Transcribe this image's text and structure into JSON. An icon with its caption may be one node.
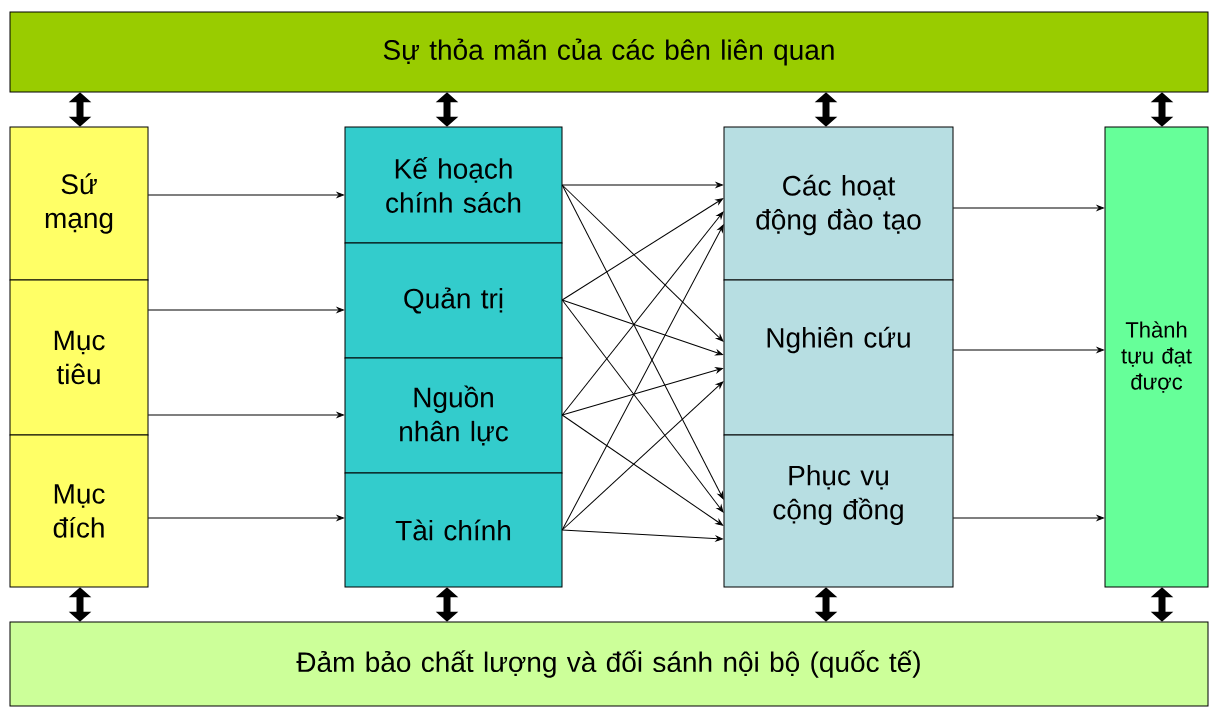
{
  "diagram": {
    "nodes": [
      {
        "text": [
          "Sự thỏa mãn của các bên liên quan"
        ]
      },
      {
        "text": [
          "Sứ mạng"
        ]
      },
      {
        "text": [
          "Mục tiêu"
        ]
      },
      {
        "text": [
          "Mục đích"
        ]
      },
      {
        "text": [
          "Kế hoạch chính sách"
        ]
      },
      {
        "text": [
          "Quản trị"
        ]
      },
      {
        "text": [
          "Nguồn nhân lực"
        ]
      },
      {
        "text": [
          "Tài chính"
        ]
      },
      {
        "text": [
          "Các hoạt động đào tạo"
        ]
      },
      {
        "text": [
          "Nghiên cứu"
        ]
      },
      {
        "text": [
          "Phục vụ cộng đồng"
        ]
      },
      {
        "text": [
          "Thành tựu đạt được"
        ]
      },
      {
        "text": [
          "Đảm bảo chất lượng và đối sánh nội bộ (quốc tế)"
        ]
      }
    ],
    "edges": [
      {
        "from": 0,
        "to": 1,
        "arrow": "both",
        "style": "thick"
      },
      {
        "from": 0,
        "to": 4,
        "arrow": "both",
        "style": "thick"
      },
      {
        "from": 0,
        "to": 8,
        "arrow": "both",
        "style": "thick"
      },
      {
        "from": 0,
        "to": 11,
        "arrow": "both",
        "style": "thick"
      },
      {
        "from": 1,
        "to": 4,
        "arrow": "to"
      },
      {
        "from": 2,
        "to": 5,
        "arrow": "to"
      },
      {
        "from": 2,
        "to": 6,
        "arrow": "to"
      },
      {
        "from": 3,
        "to": 7,
        "arrow": "to"
      },
      {
        "from": 4,
        "to": 8,
        "arrow": "to"
      },
      {
        "from": 4,
        "to": 9,
        "arrow": "to"
      },
      {
        "from": 4,
        "to": 10,
        "arrow": "to"
      },
      {
        "from": 5,
        "to": 8,
        "arrow": "to"
      },
      {
        "from": 5,
        "to": 9,
        "arrow": "to"
      },
      {
        "from": 5,
        "to": 10,
        "arrow": "to"
      },
      {
        "from": 6,
        "to": 8,
        "arrow": "to"
      },
      {
        "from": 6,
        "to": 9,
        "arrow": "to"
      },
      {
        "from": 6,
        "to": 10,
        "arrow": "to"
      },
      {
        "from": 7,
        "to": 8,
        "arrow": "to"
      },
      {
        "from": 7,
        "to": 9,
        "arrow": "to"
      },
      {
        "from": 7,
        "to": 10,
        "arrow": "to"
      },
      {
        "from": 8,
        "to": 11,
        "arrow": "to"
      },
      {
        "from": 9,
        "to": 11,
        "arrow": "to"
      },
      {
        "from": 10,
        "to": 11,
        "arrow": "to"
      },
      {
        "from": 3,
        "to": 12,
        "arrow": "both",
        "style": "thick"
      },
      {
        "from": 7,
        "to": 12,
        "arrow": "both",
        "style": "thick"
      },
      {
        "from": 10,
        "to": 12,
        "arrow": "both",
        "style": "thick"
      },
      {
        "from": 11,
        "to": 12,
        "arrow": "both",
        "style": "thick"
      }
    ]
  }
}
